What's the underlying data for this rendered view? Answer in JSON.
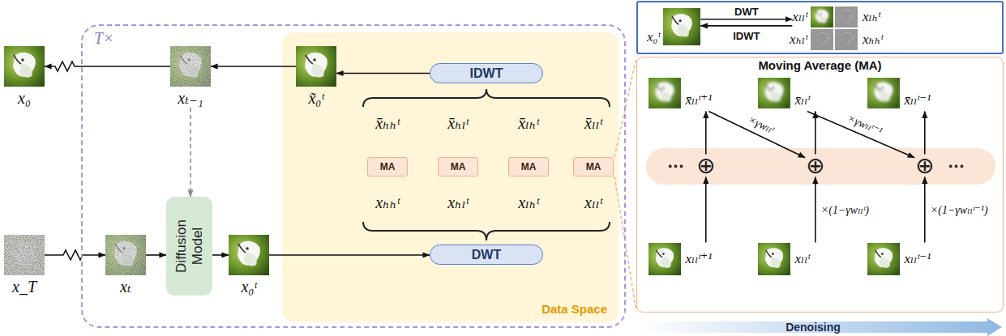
{
  "diagram": {
    "nodes": [
      {
        "text": [
          "T×"
        ]
      },
      {
        "text": [
          "Data Space"
        ],
        "in": 0
      },
      {
        "text": [
          "x₀"
        ]
      },
      {
        "text": [
          "xₜ₋₁"
        ],
        "in": 0
      },
      {
        "text": [
          "x̃₀ᵗ"
        ],
        "in": 1
      },
      {
        "text": [
          "IDWT"
        ],
        "in": 1
      },
      {
        "text": [
          "MA"
        ],
        "in": 1
      },
      {
        "text": [
          "MA"
        ],
        "in": 1
      },
      {
        "text": [
          "MA"
        ],
        "in": 1
      },
      {
        "text": [
          "MA"
        ],
        "in": 1
      },
      {
        "text": [
          "DWT"
        ],
        "in": 1
      },
      {
        "text": [
          "x_T"
        ]
      },
      {
        "text": [
          "xₜ"
        ],
        "in": 0
      },
      {
        "text": [
          "Diffusion Model"
        ],
        "in": 0
      },
      {
        "text": [
          "x₀ᵗ"
        ],
        "in": 0
      },
      {
        "text": [
          "x₀ᵗ"
        ]
      },
      {
        "text": [
          "xₗₗᵗ"
        ]
      },
      {
        "text": [
          "xₗₕᵗ"
        ]
      },
      {
        "text": [
          "xₕₗᵗ"
        ]
      },
      {
        "text": [
          "xₕₕᵗ"
        ]
      },
      {
        "text": [
          "Moving Average (MA)"
        ]
      },
      {
        "text": [
          "x̄ₗₗᵗ⁺¹"
        ],
        "in": 20
      },
      {
        "text": [
          "x̄ₗₗᵗ"
        ],
        "in": 20
      },
      {
        "text": [
          "x̄ₗₗᵗ⁻¹"
        ],
        "in": 20
      },
      {
        "text": [
          "···",
          "···"
        ],
        "in": 20
      },
      {
        "text": [
          "⊕"
        ],
        "in": 24
      },
      {
        "text": [
          "⊕"
        ],
        "in": 24
      },
      {
        "text": [
          "⊕"
        ],
        "in": 24
      },
      {
        "text": [
          "xₗₗᵗ⁺¹"
        ],
        "in": 20
      },
      {
        "text": [
          "xₗₗᵗ"
        ],
        "in": 20
      },
      {
        "text": [
          "xₗₗᵗ⁻¹"
        ],
        "in": 20
      }
    ],
    "edges": [
      {
        "from": 11,
        "to": 12,
        "arrow": "to"
      },
      {
        "from": 12,
        "to": 13,
        "arrow": "to"
      },
      {
        "from": 13,
        "to": 14,
        "arrow": "to"
      },
      {
        "from": 14,
        "to": 10,
        "arrow": "to"
      },
      {
        "from": 3,
        "to": 13,
        "arrow": "to"
      },
      {
        "from": 5,
        "to": 4,
        "arrow": "to"
      },
      {
        "from": 4,
        "to": 3,
        "arrow": "to"
      },
      {
        "from": 3,
        "to": 2,
        "arrow": "to"
      },
      {
        "from": 15,
        "to": 16,
        "label": "DWT",
        "arrow": "to"
      },
      {
        "from": 16,
        "to": 15,
        "label": "IDWT",
        "arrow": "to"
      },
      {
        "from": 28,
        "to": 25,
        "arrow": "to"
      },
      {
        "from": 25,
        "to": 21,
        "arrow": "to"
      },
      {
        "from": 21,
        "to": 26,
        "label": "×γwₗₗᵗ",
        "arrow": "to"
      },
      {
        "from": 29,
        "to": 26,
        "label": "×(1−γwₗₗᵗ)",
        "arrow": "to"
      },
      {
        "from": 26,
        "to": 22,
        "arrow": "to"
      },
      {
        "from": 22,
        "to": 27,
        "label": "×γwₗₗᵗ⁻¹",
        "arrow": "to"
      },
      {
        "from": 30,
        "to": 27,
        "label": "×(1−γwₗₗᵗ⁻¹)",
        "arrow": "to"
      },
      {
        "from": 27,
        "to": 23,
        "arrow": "to"
      }
    ],
    "labels": [
      "x̄ₕₕᵗ",
      "x̄ₕₗᵗ",
      "x̄ₗₕᵗ",
      "x̄ₗₗᵗ",
      "xₕₕᵗ",
      "xₕₗᵗ",
      "xₗₕᵗ",
      "xₗₗᵗ",
      "Denoising"
    ]
  }
}
